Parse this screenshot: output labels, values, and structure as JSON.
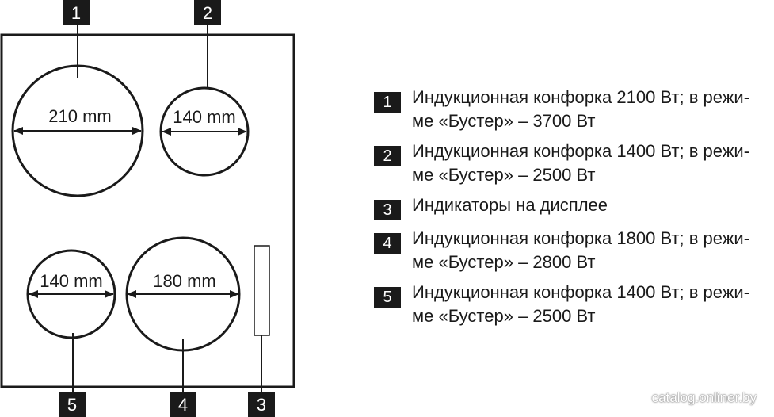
{
  "hob": {
    "zones": [
      {
        "number": "1",
        "size": "210 mm"
      },
      {
        "number": "2",
        "size": "140 mm"
      },
      {
        "number": "5",
        "size": "140 mm"
      },
      {
        "number": "4",
        "size": "180 mm"
      }
    ],
    "display_number": "3"
  },
  "legend": [
    {
      "number": "1",
      "text": "Индукционная конфорка 2100 Вт; в режи-ме «Бустер» – 3700 Вт"
    },
    {
      "number": "2",
      "text": "Индукционная конфорка 1400 Вт; в режи-ме «Бустер» – 2500 Вт"
    },
    {
      "number": "3",
      "text": "Индикаторы на дисплее"
    },
    {
      "number": "4",
      "text": "Индукционная конфорка 1800 Вт; в режи-ме «Бустер» – 2800 Вт"
    },
    {
      "number": "5",
      "text": "Индукционная конфорка 1400 Вт; в режи-ме «Бустер» – 2500 Вт"
    }
  ],
  "watermark": "catalog.onliner.by"
}
